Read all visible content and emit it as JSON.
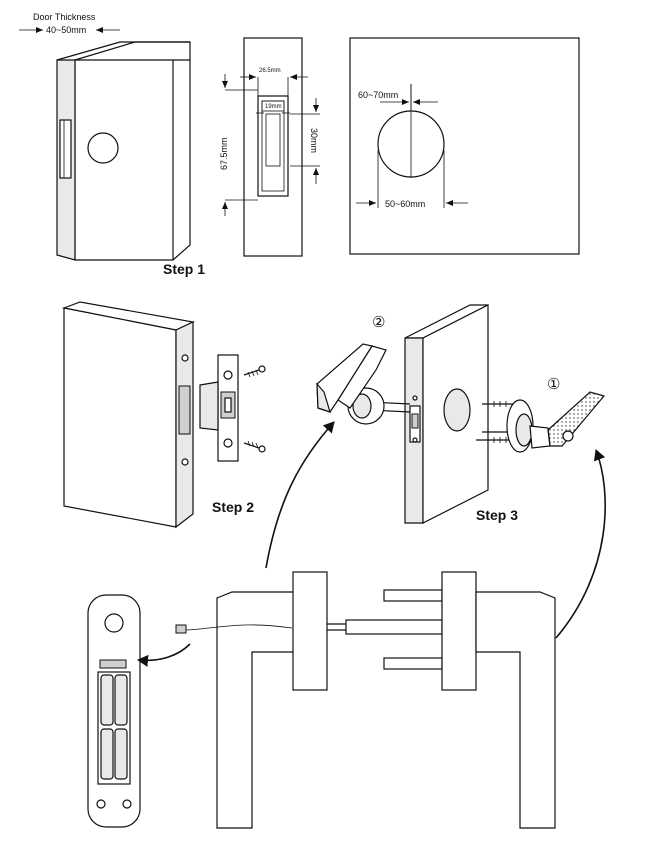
{
  "step1": {
    "door_thickness_label": "Door Thickness",
    "door_thickness_value": "40~50mm",
    "width_265": "26.5mm",
    "width_19": "19mm",
    "height_675": "67.5mm",
    "height_30": "30mm",
    "hole_60_70": "60~70mm",
    "hole_50_60": "50~60mm",
    "label": "Step 1"
  },
  "step2": {
    "label": "Step 2"
  },
  "step3": {
    "label": "Step 3",
    "callout_2": "②",
    "callout_1": "①"
  }
}
